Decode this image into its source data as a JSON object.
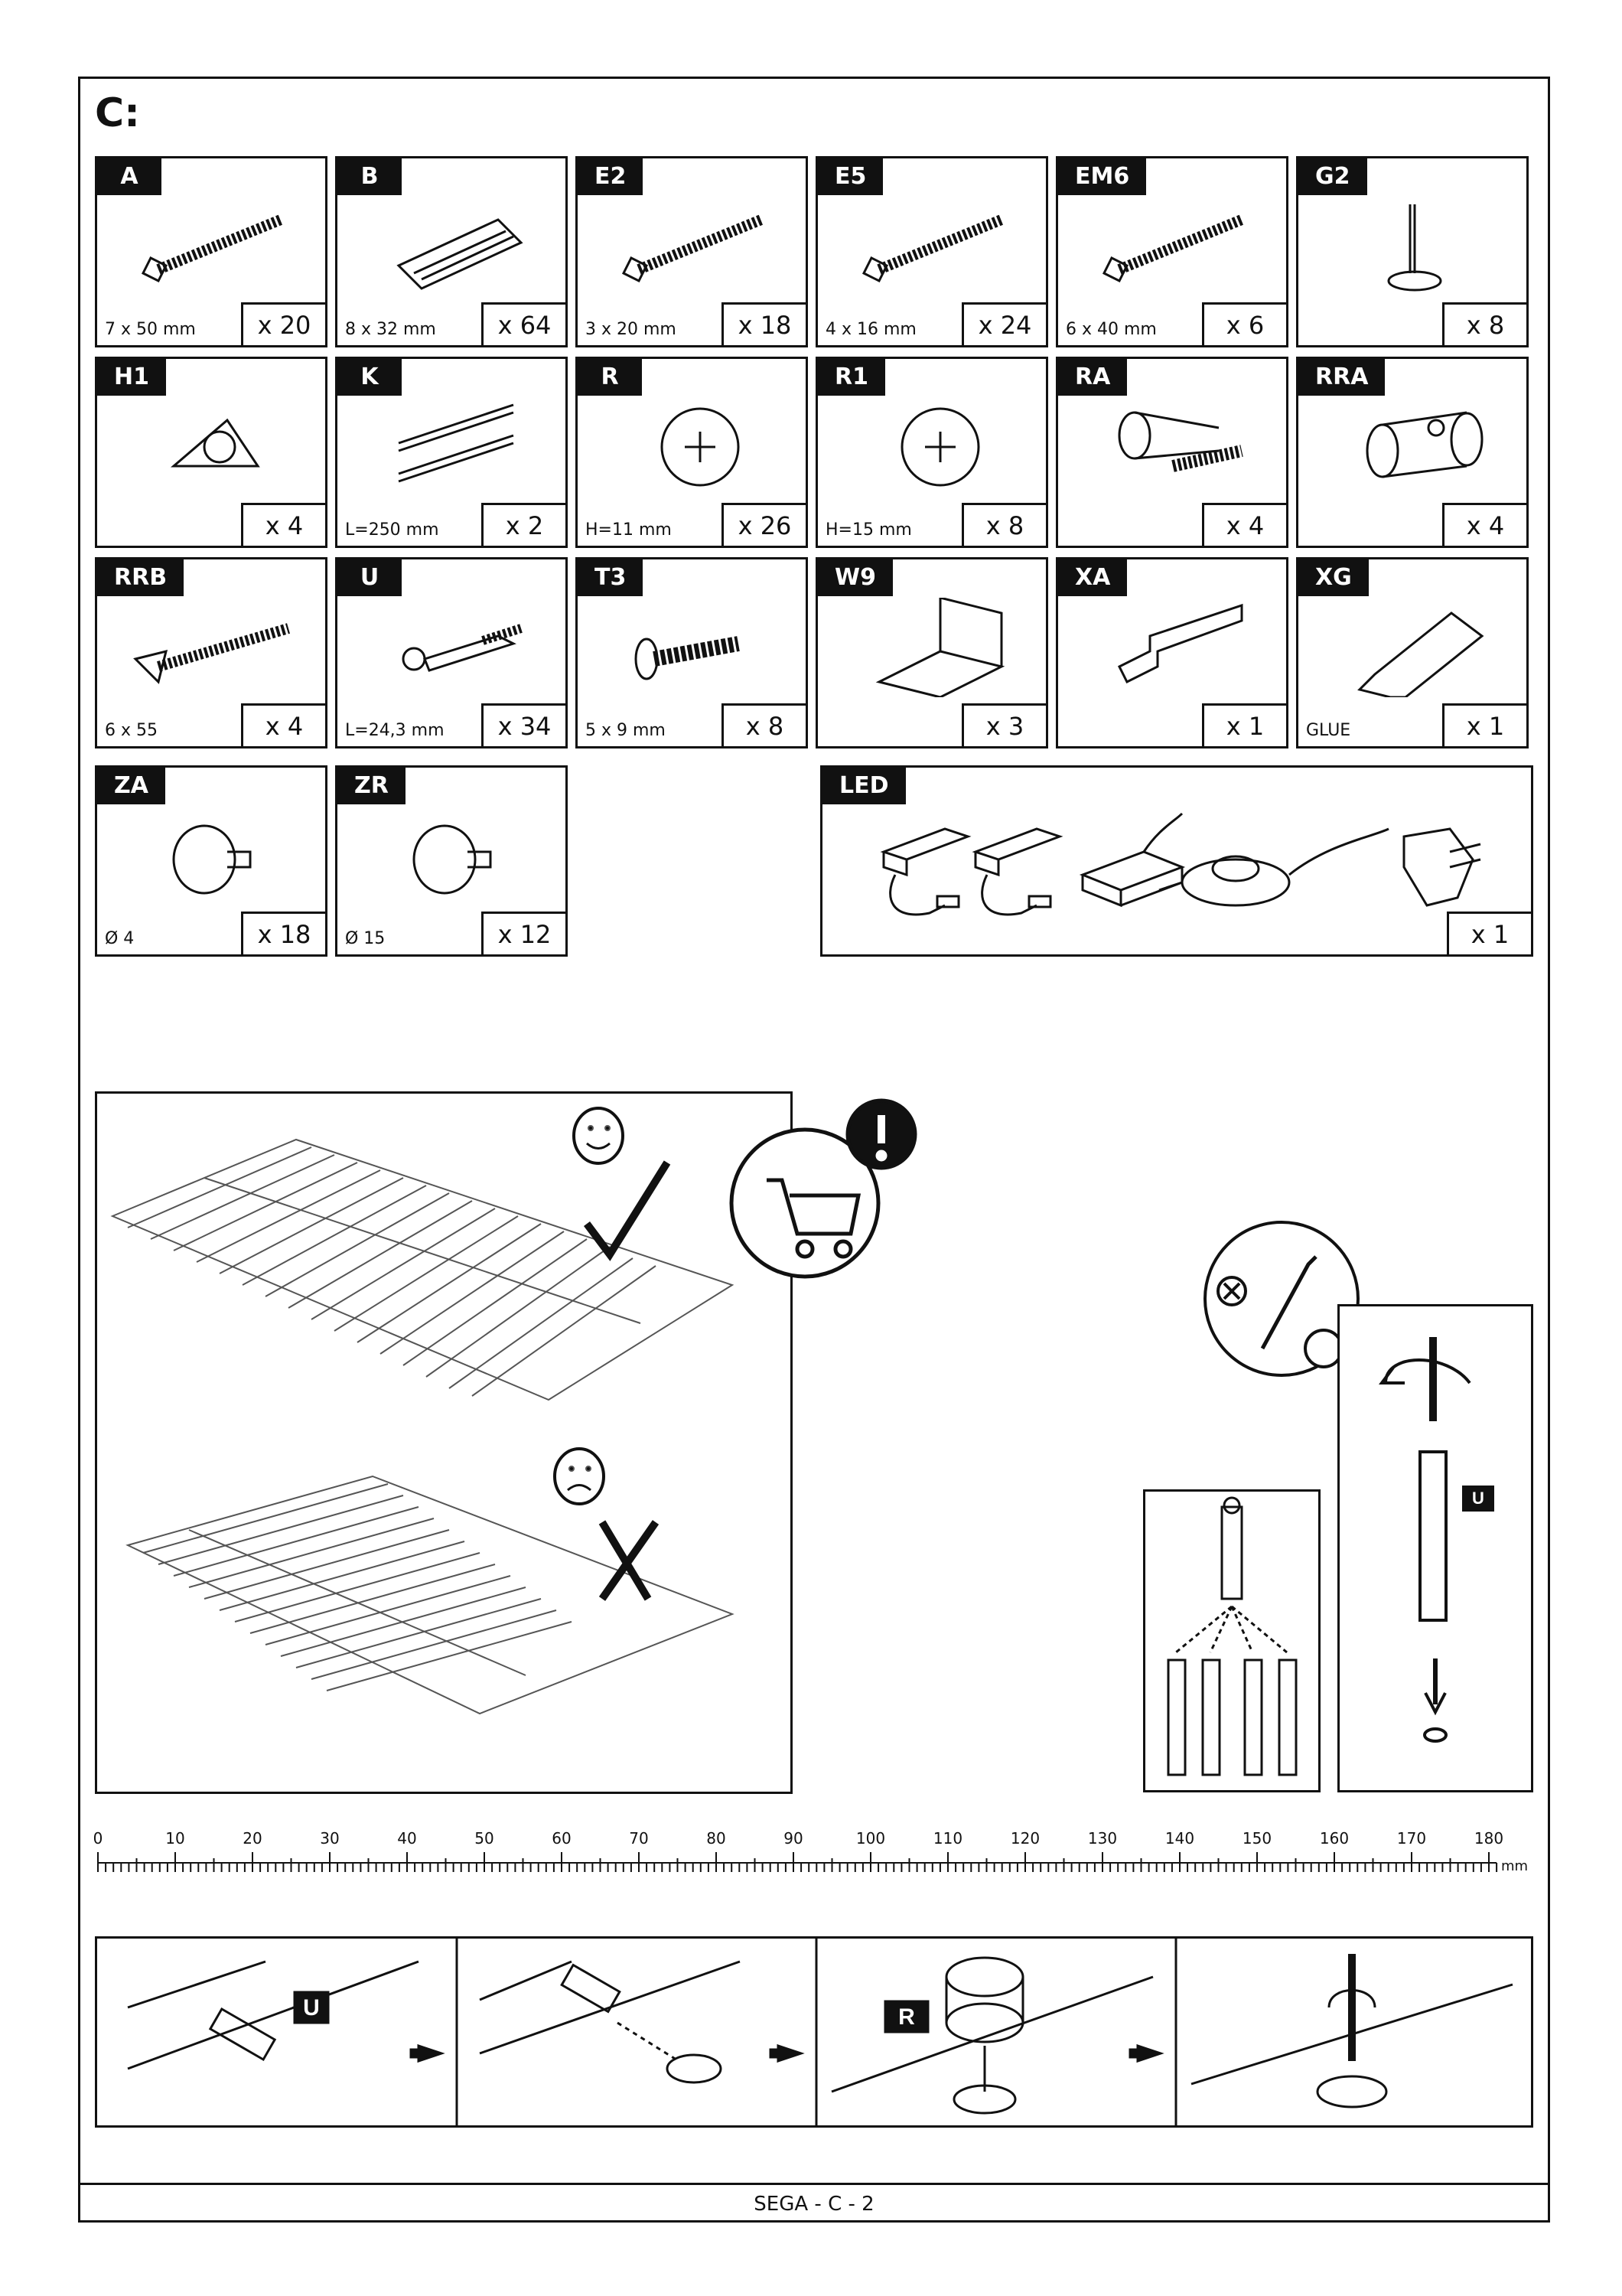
{
  "section_title": "C:",
  "parts": [
    {
      "code": "A",
      "spec": "7 x 50 mm",
      "qty": "x 20",
      "icon": "screw-icon"
    },
    {
      "code": "B",
      "spec": "8 x 32 mm",
      "qty": "x 64",
      "icon": "dowel-icon"
    },
    {
      "code": "E2",
      "spec": "3 x 20 mm",
      "qty": "x 18",
      "icon": "screw-icon"
    },
    {
      "code": "E5",
      "spec": "4 x 16 mm",
      "qty": "x 24",
      "icon": "screw-icon"
    },
    {
      "code": "EM6",
      "spec": "6 x 40 mm",
      "qty": "x 6",
      "icon": "screw-icon"
    },
    {
      "code": "G2",
      "spec": "",
      "qty": "x 8",
      "icon": "pin-icon"
    },
    {
      "code": "H1",
      "spec": "",
      "qty": "x 4",
      "icon": "bracket-icon"
    },
    {
      "code": "K",
      "spec": "L=250 mm",
      "qty": "x 2",
      "icon": "rail-icon"
    },
    {
      "code": "R",
      "spec": "H=11 mm",
      "qty": "x 26",
      "icon": "cam-lock-icon"
    },
    {
      "code": "R1",
      "spec": "H=15 mm",
      "qty": "x 8",
      "icon": "cam-lock-icon"
    },
    {
      "code": "RA",
      "spec": "",
      "qty": "x 4",
      "icon": "bolt-icon"
    },
    {
      "code": "RRA",
      "spec": "",
      "qty": "x 4",
      "icon": "barrel-nut-icon"
    },
    {
      "code": "RRB",
      "spec": "6 x 55",
      "qty": "x 4",
      "icon": "long-screw-icon"
    },
    {
      "code": "U",
      "spec": "L=24,3 mm",
      "qty": "x 34",
      "icon": "cam-bolt-icon"
    },
    {
      "code": "T3",
      "spec": "5 x 9 mm",
      "qty": "x 8",
      "icon": "short-screw-icon"
    },
    {
      "code": "W9",
      "spec": "",
      "qty": "x 3",
      "icon": "angle-bracket-icon"
    },
    {
      "code": "XA",
      "spec": "",
      "qty": "x 1",
      "icon": "allen-key-icon"
    },
    {
      "code": "XG",
      "spec": "GLUE",
      "qty": "x 1",
      "icon": "glue-tube-icon"
    },
    {
      "code": "ZA",
      "spec": "Ø 4",
      "qty": "x 18",
      "icon": "cap-icon"
    },
    {
      "code": "ZR",
      "spec": "Ø 15",
      "qty": "x 12",
      "icon": "cap-icon"
    }
  ],
  "led": {
    "code": "LED",
    "qty": "x 1"
  },
  "ruler": {
    "labels": [
      "0",
      "10",
      "20",
      "30",
      "40",
      "50",
      "60",
      "70",
      "80",
      "90",
      "100",
      "110",
      "120",
      "130",
      "140",
      "150",
      "160",
      "170",
      "180"
    ],
    "unit": "mm"
  },
  "steps": {
    "label_u": "U",
    "label_r": "R"
  },
  "detail": {
    "label_u": "U"
  },
  "footer": "SEGA - C - 2"
}
